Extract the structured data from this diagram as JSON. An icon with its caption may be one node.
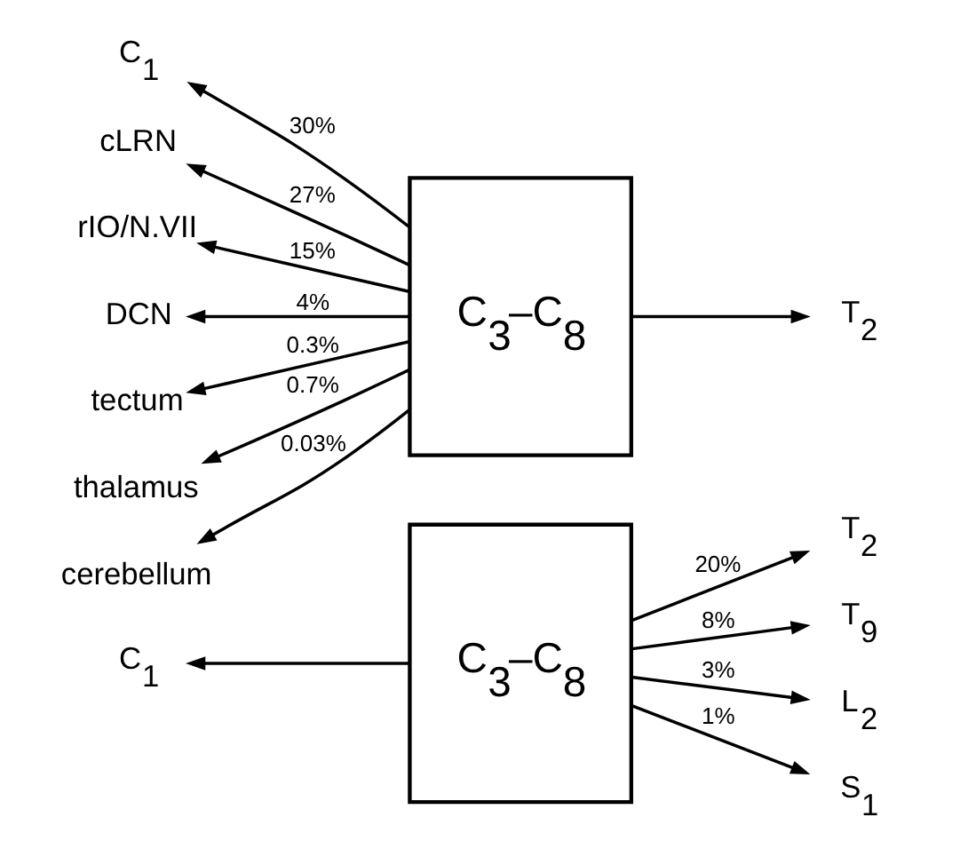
{
  "diagram": {
    "nodes": [
      {
        "text": [
          "C$_{3}$–C$_{8}$"
        ]
      },
      {
        "text": [
          "C$_{1}$"
        ]
      },
      {
        "text": [
          "T$_{2}$"
        ]
      },
      {
        "text": [
          "T$_{9}$"
        ]
      },
      {
        "text": [
          "L$_{2}$"
        ]
      },
      {
        "text": [
          "S$_{1}$"
        ]
      },
      {
        "text": [
          "C$_{3}$–C$_{8}$"
        ]
      },
      {
        "text": [
          "C$_{1}$"
        ]
      },
      {
        "text": [
          "cLRN"
        ]
      },
      {
        "text": [
          "rIO/N.VII"
        ]
      },
      {
        "text": [
          "DCN"
        ]
      },
      {
        "text": [
          "tectum"
        ]
      },
      {
        "text": [
          "thalamus"
        ]
      },
      {
        "text": [
          "cerebellum"
        ]
      },
      {
        "text": [
          "T$_{2}$"
        ]
      }
    ],
    "edges": [
      {
        "from": 0,
        "to": 1,
        "arrow": "to"
      },
      {
        "from": 0,
        "to": 2,
        "arrow": "to",
        "label": "20%"
      },
      {
        "from": 0,
        "to": 3,
        "arrow": "to",
        "label": "8%"
      },
      {
        "from": 0,
        "to": 4,
        "arrow": "to",
        "label": "3%"
      },
      {
        "from": 0,
        "to": 5,
        "arrow": "to",
        "label": "1%"
      },
      {
        "from": 6,
        "to": 7,
        "arrow": "to",
        "label": "30%"
      },
      {
        "from": 6,
        "to": 8,
        "arrow": "to",
        "label": "27%"
      },
      {
        "from": 6,
        "to": 9,
        "arrow": "to",
        "label": "15%"
      },
      {
        "from": 6,
        "to": 10,
        "arrow": "to",
        "label": "4%"
      },
      {
        "from": 6,
        "to": 11,
        "arrow": "to",
        "label": "0.3%"
      },
      {
        "from": 6,
        "to": 12,
        "arrow": "to",
        "label": "0.7%"
      },
      {
        "from": 6,
        "to": 13,
        "arrow": "to",
        "label": "0.03%"
      },
      {
        "from": 6,
        "to": 14,
        "arrow": "to"
      }
    ]
  }
}
